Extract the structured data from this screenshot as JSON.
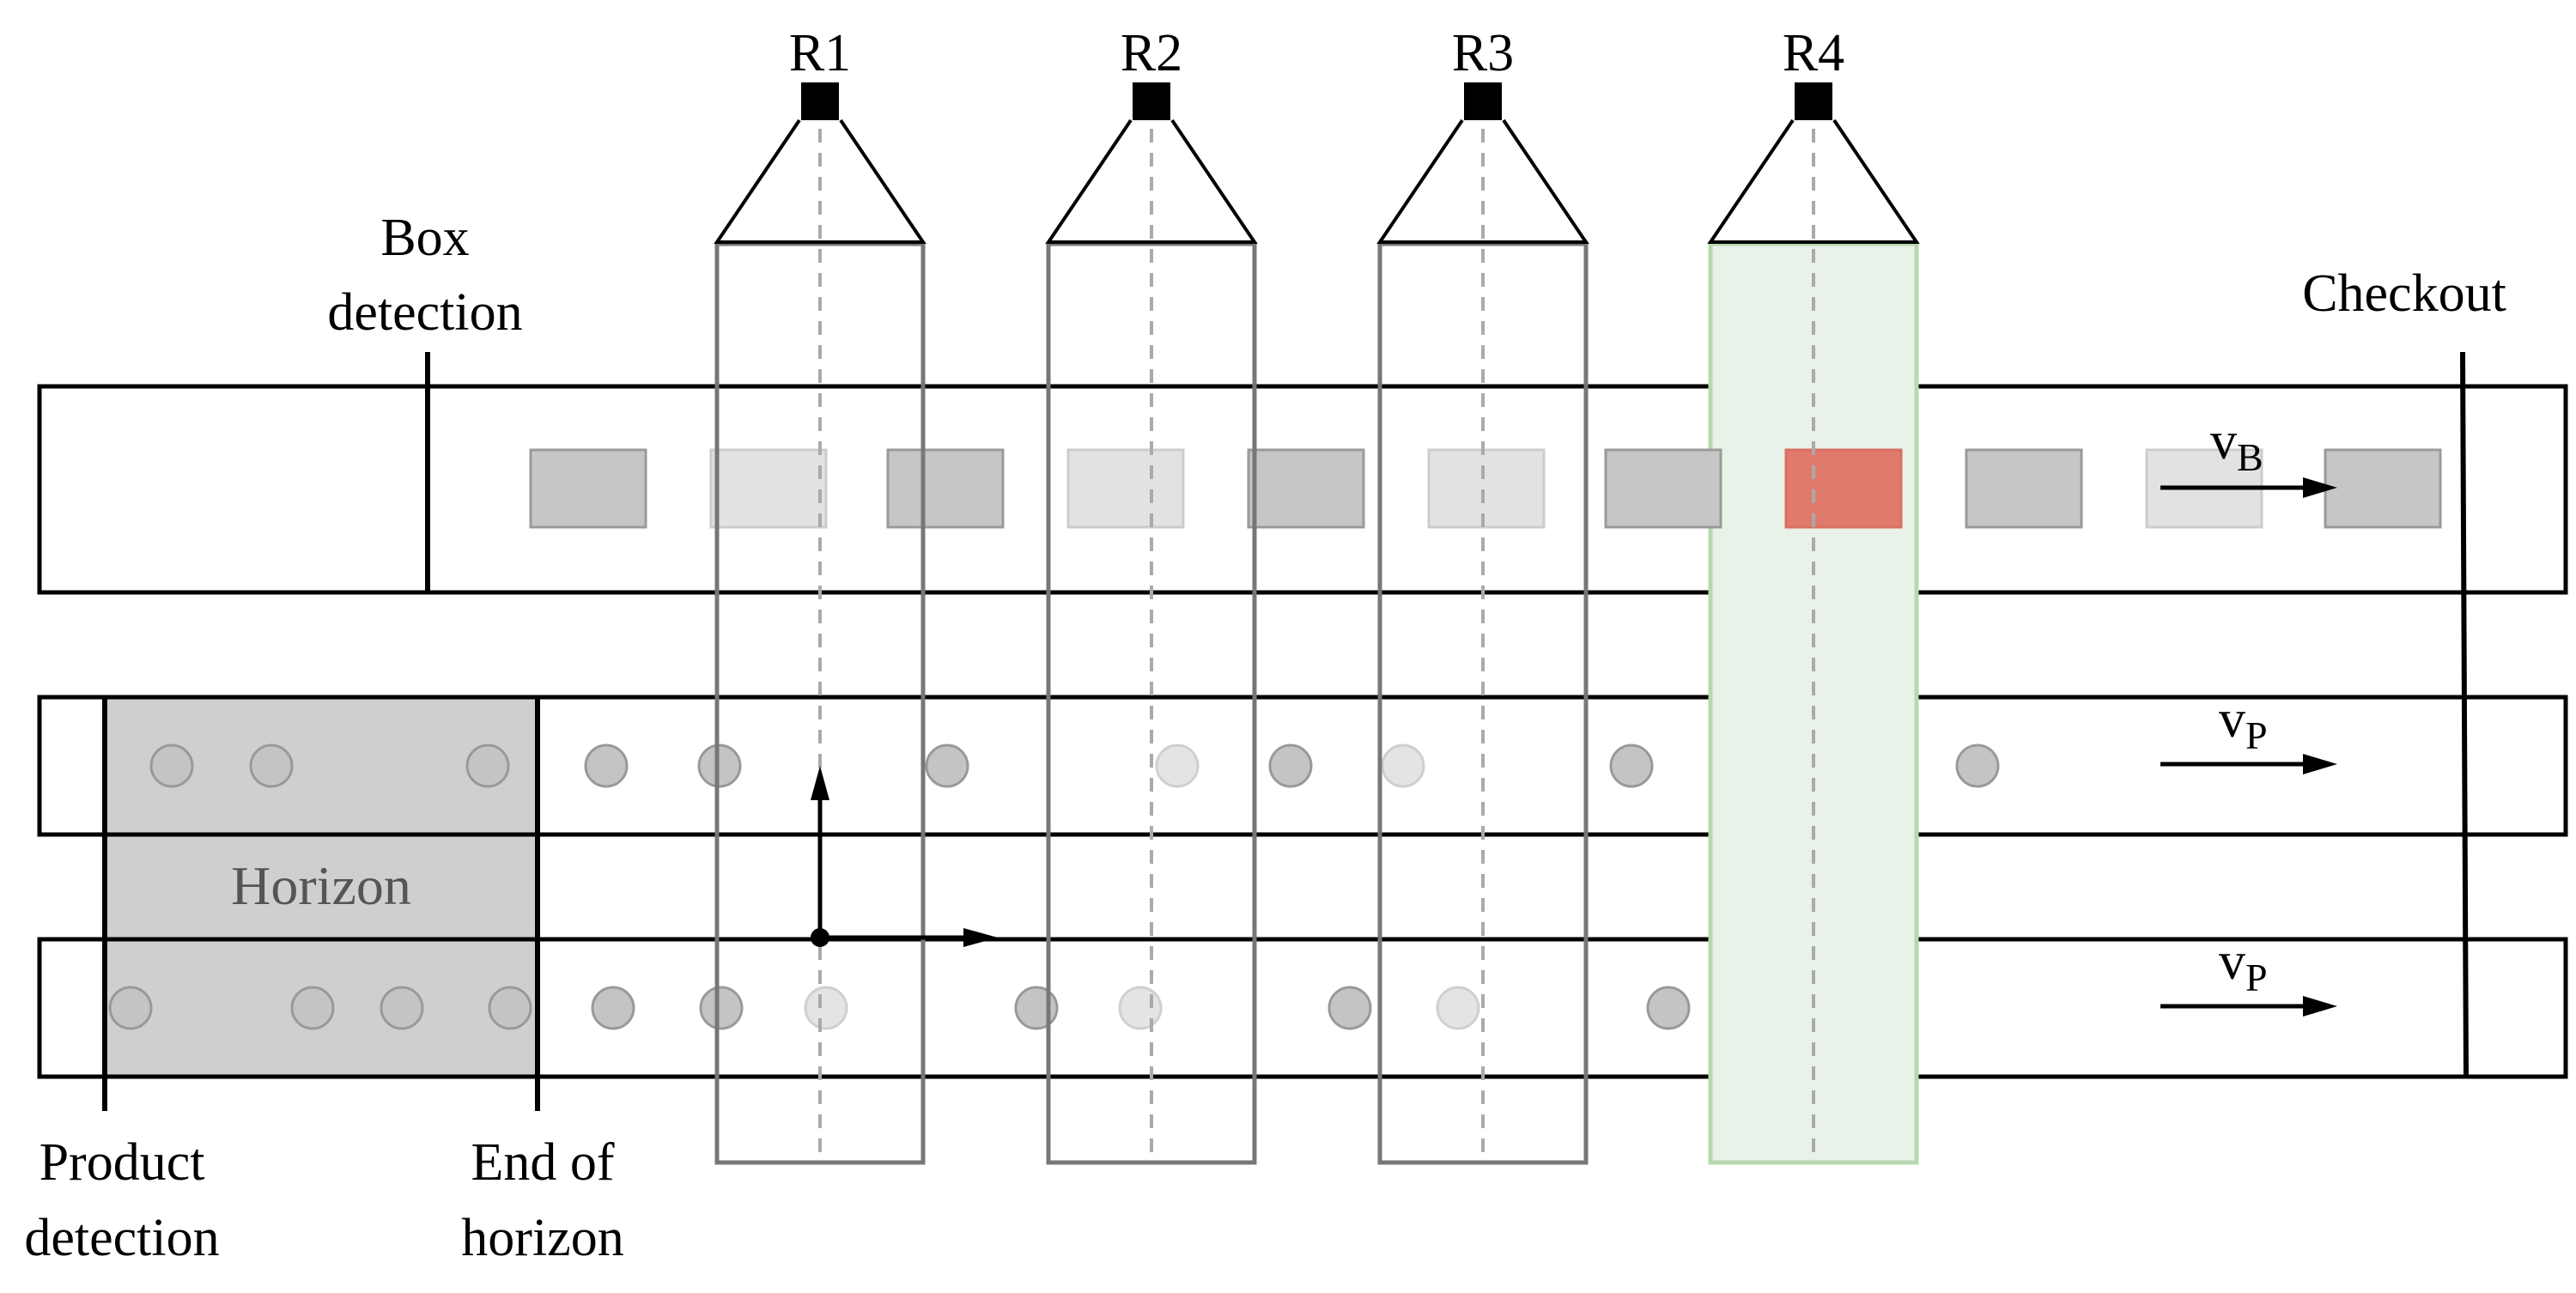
{
  "robots": [
    {
      "label": "R1",
      "active": false
    },
    {
      "label": "R2",
      "active": false
    },
    {
      "label": "R3",
      "active": false
    },
    {
      "label": "R4",
      "active": true
    }
  ],
  "labels": {
    "box_detection_line1": "Box",
    "box_detection_line2": "detection",
    "checkout": "Checkout",
    "horizon": "Horizon",
    "product_detection_line1": "Product",
    "product_detection_line2": "detection",
    "end_of_horizon_line1": "End of",
    "end_of_horizon_line2": "horizon"
  },
  "velocities": {
    "box": {
      "base": "v",
      "sub": "B"
    },
    "product_top": {
      "base": "v",
      "sub": "P"
    },
    "product_bottom": {
      "base": "v",
      "sub": "P"
    }
  },
  "colors": {
    "outline": "#000000",
    "robot_frame": "#777777",
    "active_zone_fill": "#e8f2e8",
    "active_zone_stroke": "#b8d8b0",
    "box_dark": "#c6c6c6",
    "box_light": "#e2e2e2",
    "box_target": "#e07a6c",
    "horizon_fill": "#cfcfcf",
    "product_dark": "#c4c4c4",
    "product_light": "#e4e4e4",
    "dashed": "#aaaaaa"
  }
}
